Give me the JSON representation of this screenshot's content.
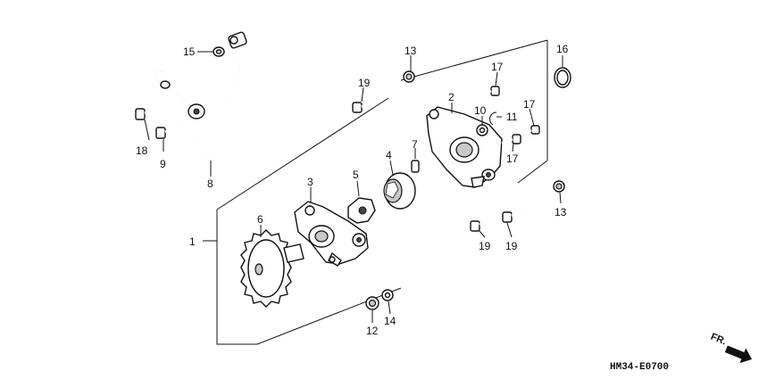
{
  "diagram_code": "HM34-E0700",
  "direction_label": "FR.",
  "callouts": {
    "c1": "1",
    "c2": "2",
    "c3": "3",
    "c4": "4",
    "c5": "5",
    "c6": "6",
    "c7": "7",
    "c8": "8",
    "c9": "9",
    "c10": "10",
    "c11": "11",
    "c12": "12",
    "c13_top": "13",
    "c13_right": "13",
    "c14": "14",
    "c15": "15",
    "c16": "16",
    "c17_a": "17",
    "c17_b": "17",
    "c17_c": "17",
    "c18": "18",
    "c19_a": "19",
    "c19_b": "19",
    "c19_c": "19"
  }
}
